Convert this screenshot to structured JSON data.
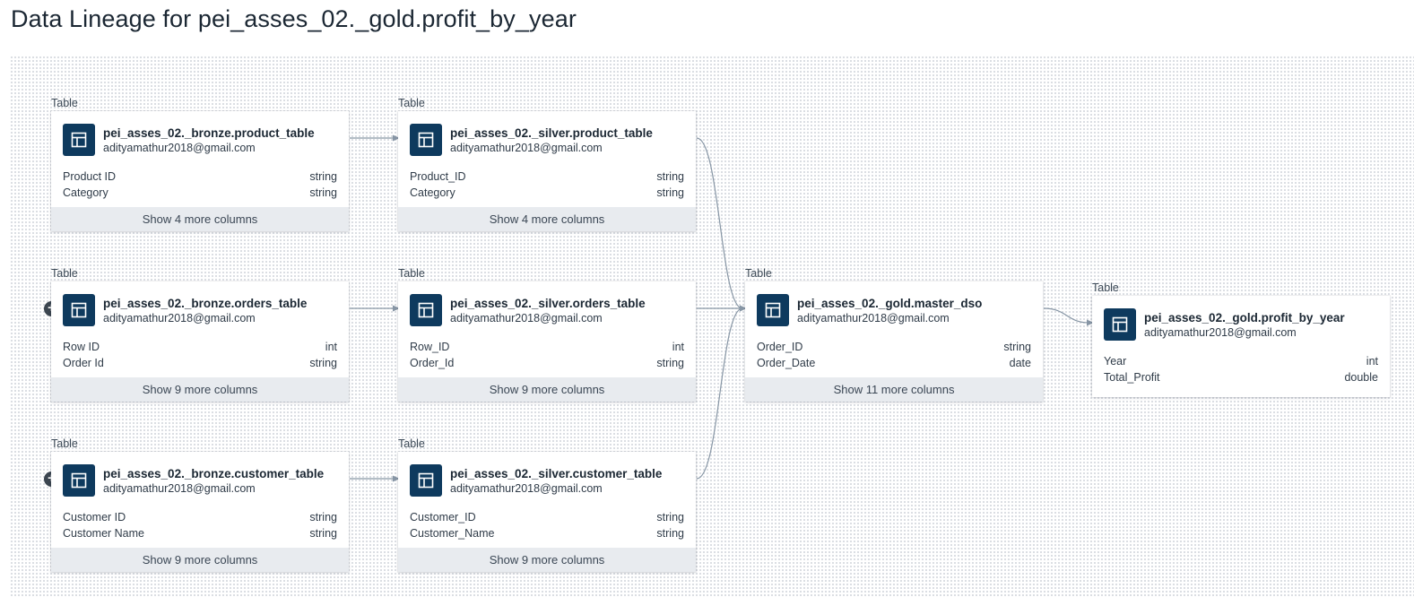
{
  "title": "Data Lineage for pei_asses_02._gold.profit_by_year",
  "type_label": "Table",
  "nodes": [
    {
      "name": "pei_asses_02._bronze.product_table",
      "owner": "adityamathur2018@gmail.com",
      "columns": [
        {
          "name": "Product ID",
          "type": "string"
        },
        {
          "name": "Category",
          "type": "string"
        }
      ],
      "more": "Show 4 more columns"
    },
    {
      "name": "pei_asses_02._silver.product_table",
      "owner": "adityamathur2018@gmail.com",
      "columns": [
        {
          "name": "Product_ID",
          "type": "string"
        },
        {
          "name": "Category",
          "type": "string"
        }
      ],
      "more": "Show 4 more columns"
    },
    {
      "name": "pei_asses_02._bronze.orders_table",
      "owner": "adityamathur2018@gmail.com",
      "columns": [
        {
          "name": "Row ID",
          "type": "int"
        },
        {
          "name": "Order Id",
          "type": "string"
        }
      ],
      "more": "Show 9 more columns"
    },
    {
      "name": "pei_asses_02._silver.orders_table",
      "owner": "adityamathur2018@gmail.com",
      "columns": [
        {
          "name": "Row_ID",
          "type": "int"
        },
        {
          "name": "Order_Id",
          "type": "string"
        }
      ],
      "more": "Show 9 more columns"
    },
    {
      "name": "pei_asses_02._gold.master_dso",
      "owner": "adityamathur2018@gmail.com",
      "columns": [
        {
          "name": "Order_ID",
          "type": "string"
        },
        {
          "name": "Order_Date",
          "type": "date"
        }
      ],
      "more": "Show 11 more columns"
    },
    {
      "name": "pei_asses_02._gold.profit_by_year",
      "owner": "adityamathur2018@gmail.com",
      "columns": [
        {
          "name": "Year",
          "type": "int"
        },
        {
          "name": "Total_Profit",
          "type": "double"
        }
      ],
      "more": ""
    },
    {
      "name": "pei_asses_02._bronze.customer_table",
      "owner": "adityamathur2018@gmail.com",
      "columns": [
        {
          "name": "Customer ID",
          "type": "string"
        },
        {
          "name": "Customer Name",
          "type": "string"
        }
      ],
      "more": "Show 9 more columns"
    },
    {
      "name": "pei_asses_02._silver.customer_table",
      "owner": "adityamathur2018@gmail.com",
      "columns": [
        {
          "name": "Customer_ID",
          "type": "string"
        },
        {
          "name": "Customer_Name",
          "type": "string"
        }
      ],
      "more": "Show 9 more columns"
    }
  ],
  "expand_symbol": "+",
  "icons": {
    "node_icon": "table-icon",
    "expand_icon": "plus-icon"
  },
  "colors": {
    "icon_bg": "#0e3a5e",
    "edge": "#8796a5",
    "more_bg": "#e8ebef"
  }
}
